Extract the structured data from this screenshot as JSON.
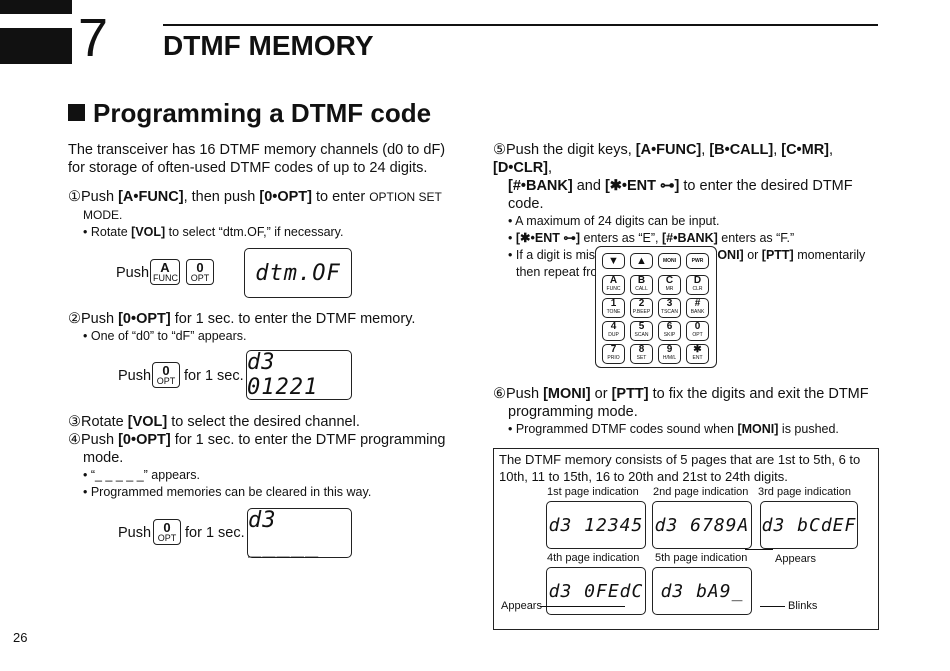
{
  "chapter": {
    "number": "7",
    "title": "DTMF MEMORY"
  },
  "section_title": "Programming a DTMF code",
  "intro": [
    "The transceiver has 16 DTMF memory channels (d0 to dF)",
    "for storage of often-used DTMF codes of up to 24 digits."
  ],
  "step1": {
    "num": "①",
    "line1_a": "Push ",
    "key1": "[A•FUNC]",
    "line1_b": ", then push ",
    "key2": "[0•OPT]",
    "line1_c": " to enter ",
    "mode_a": "OPTION SET",
    "mode_b": "MODE.",
    "bullet_a": "• Rotate ",
    "bullet_key": "[VOL]",
    "bullet_b": " to select “dtm.OF,” if necessary."
  },
  "fig1": {
    "push": "Push",
    "key_a_big": "A",
    "key_a_small": "FUNC",
    "key_0_big": "0",
    "key_0_small": "OPT",
    "lcd": "dtm.OF"
  },
  "step2": {
    "num": "②",
    "a": "Push ",
    "key": "[0•OPT]",
    "b": " for 1 sec. to enter the DTMF memory.",
    "bullet": "• One of “d0” to “dF” appears."
  },
  "fig2": {
    "push": "Push",
    "for": "for 1 sec.",
    "key_big": "0",
    "key_small": "OPT",
    "lcd": "d3 01221"
  },
  "step3": {
    "num": "③",
    "a": "Rotate ",
    "key": "[VOL]",
    "b": " to select the desired channel."
  },
  "step4": {
    "num": "④",
    "a": "Push ",
    "key": "[0•OPT]",
    "b": " for 1 sec. to enter the DTMF programming",
    "c": "mode.",
    "bullet1": "• “_ _ _ _ _” appears.",
    "bullet2": "• Programmed memories can be cleared in this way."
  },
  "fig3": {
    "push": "Push",
    "for": "for 1 sec.",
    "key_big": "0",
    "key_small": "OPT",
    "lcd": "d3 _____"
  },
  "step5": {
    "num": "⑤",
    "a": "Push the digit keys, ",
    "k1": "[A•FUNC]",
    "k2": "[B•CALL]",
    "k3": "[C•MR]",
    "k4": "[D•CLR]",
    "k5": "[#•BANK]",
    "and": " and ",
    "k6": "[✱•ENT ⊶]",
    "b": " to enter the desired DTMF code.",
    "bullet1": "• A maximum of 24 digits can be input.",
    "bullet2_key": "[✱•ENT ⊶]",
    "bullet2_b": " enters as “E”, ",
    "bullet2_key2": "[#•BANK]",
    "bullet2_c": " enters as “F.”",
    "bullet3_a": "• If a digit is mistakenly input, push ",
    "bullet3_k1": "[MONI]",
    "bullet3_or": " or ",
    "bullet3_k2": "[PTT]",
    "bullet3_b": " momentarily",
    "bullet3_c": "then repeat from step ①."
  },
  "keypad": {
    "top": [
      "▼",
      "▲",
      "MONI",
      "PWR"
    ],
    "rows": [
      [
        {
          "b": "A",
          "s": "FUNC"
        },
        {
          "b": "B",
          "s": "CALL"
        },
        {
          "b": "C",
          "s": "MR"
        },
        {
          "b": "D",
          "s": "CLR"
        }
      ],
      [
        {
          "b": "1",
          "s": "TONE"
        },
        {
          "b": "2",
          "s": "P.BEEP"
        },
        {
          "b": "3",
          "s": "TSCAN"
        },
        {
          "b": "#",
          "s": "BANK"
        }
      ],
      [
        {
          "b": "4",
          "s": "DUP"
        },
        {
          "b": "5",
          "s": "SCAN"
        },
        {
          "b": "6",
          "s": "SKIP"
        },
        {
          "b": "0",
          "s": "OPT"
        }
      ],
      [
        {
          "b": "7",
          "s": "PRIO"
        },
        {
          "b": "8",
          "s": "SET"
        },
        {
          "b": "9",
          "s": "H/M/L"
        },
        {
          "b": "✱",
          "s": "ENT"
        }
      ]
    ]
  },
  "step6": {
    "num": "⑥",
    "a": "Push ",
    "k1": "[MONI]",
    "or": " or ",
    "k2": "[PTT]",
    "b": " to fix the digits and exit the DTMF",
    "c": "programming mode.",
    "bullet_a": "• Programmed DTMF codes sound when ",
    "bullet_k": "[MONI]",
    "bullet_b": " is pushed."
  },
  "pages_box": {
    "text1": "The DTMF memory consists of 5 pages that are 1st to 5th, 6 to",
    "text2": "10th, 11 to 15th, 16 to 20th and 21st to 24th digits.",
    "cap1": "1st page indication",
    "cap2": "2nd page indication",
    "cap3": "3rd page indication",
    "cap4": "4th page indication",
    "cap5": "5th page indication",
    "lcd1": "d3 12345",
    "lcd2": "d3 6789A",
    "lcd3": "d3 bCdEF",
    "lcd4": "d3 0FEdC",
    "lcd5": "d3 bA9_",
    "appears1": "Appears",
    "appears2": "Appears",
    "blinks": "Blinks"
  },
  "page_number": "26"
}
